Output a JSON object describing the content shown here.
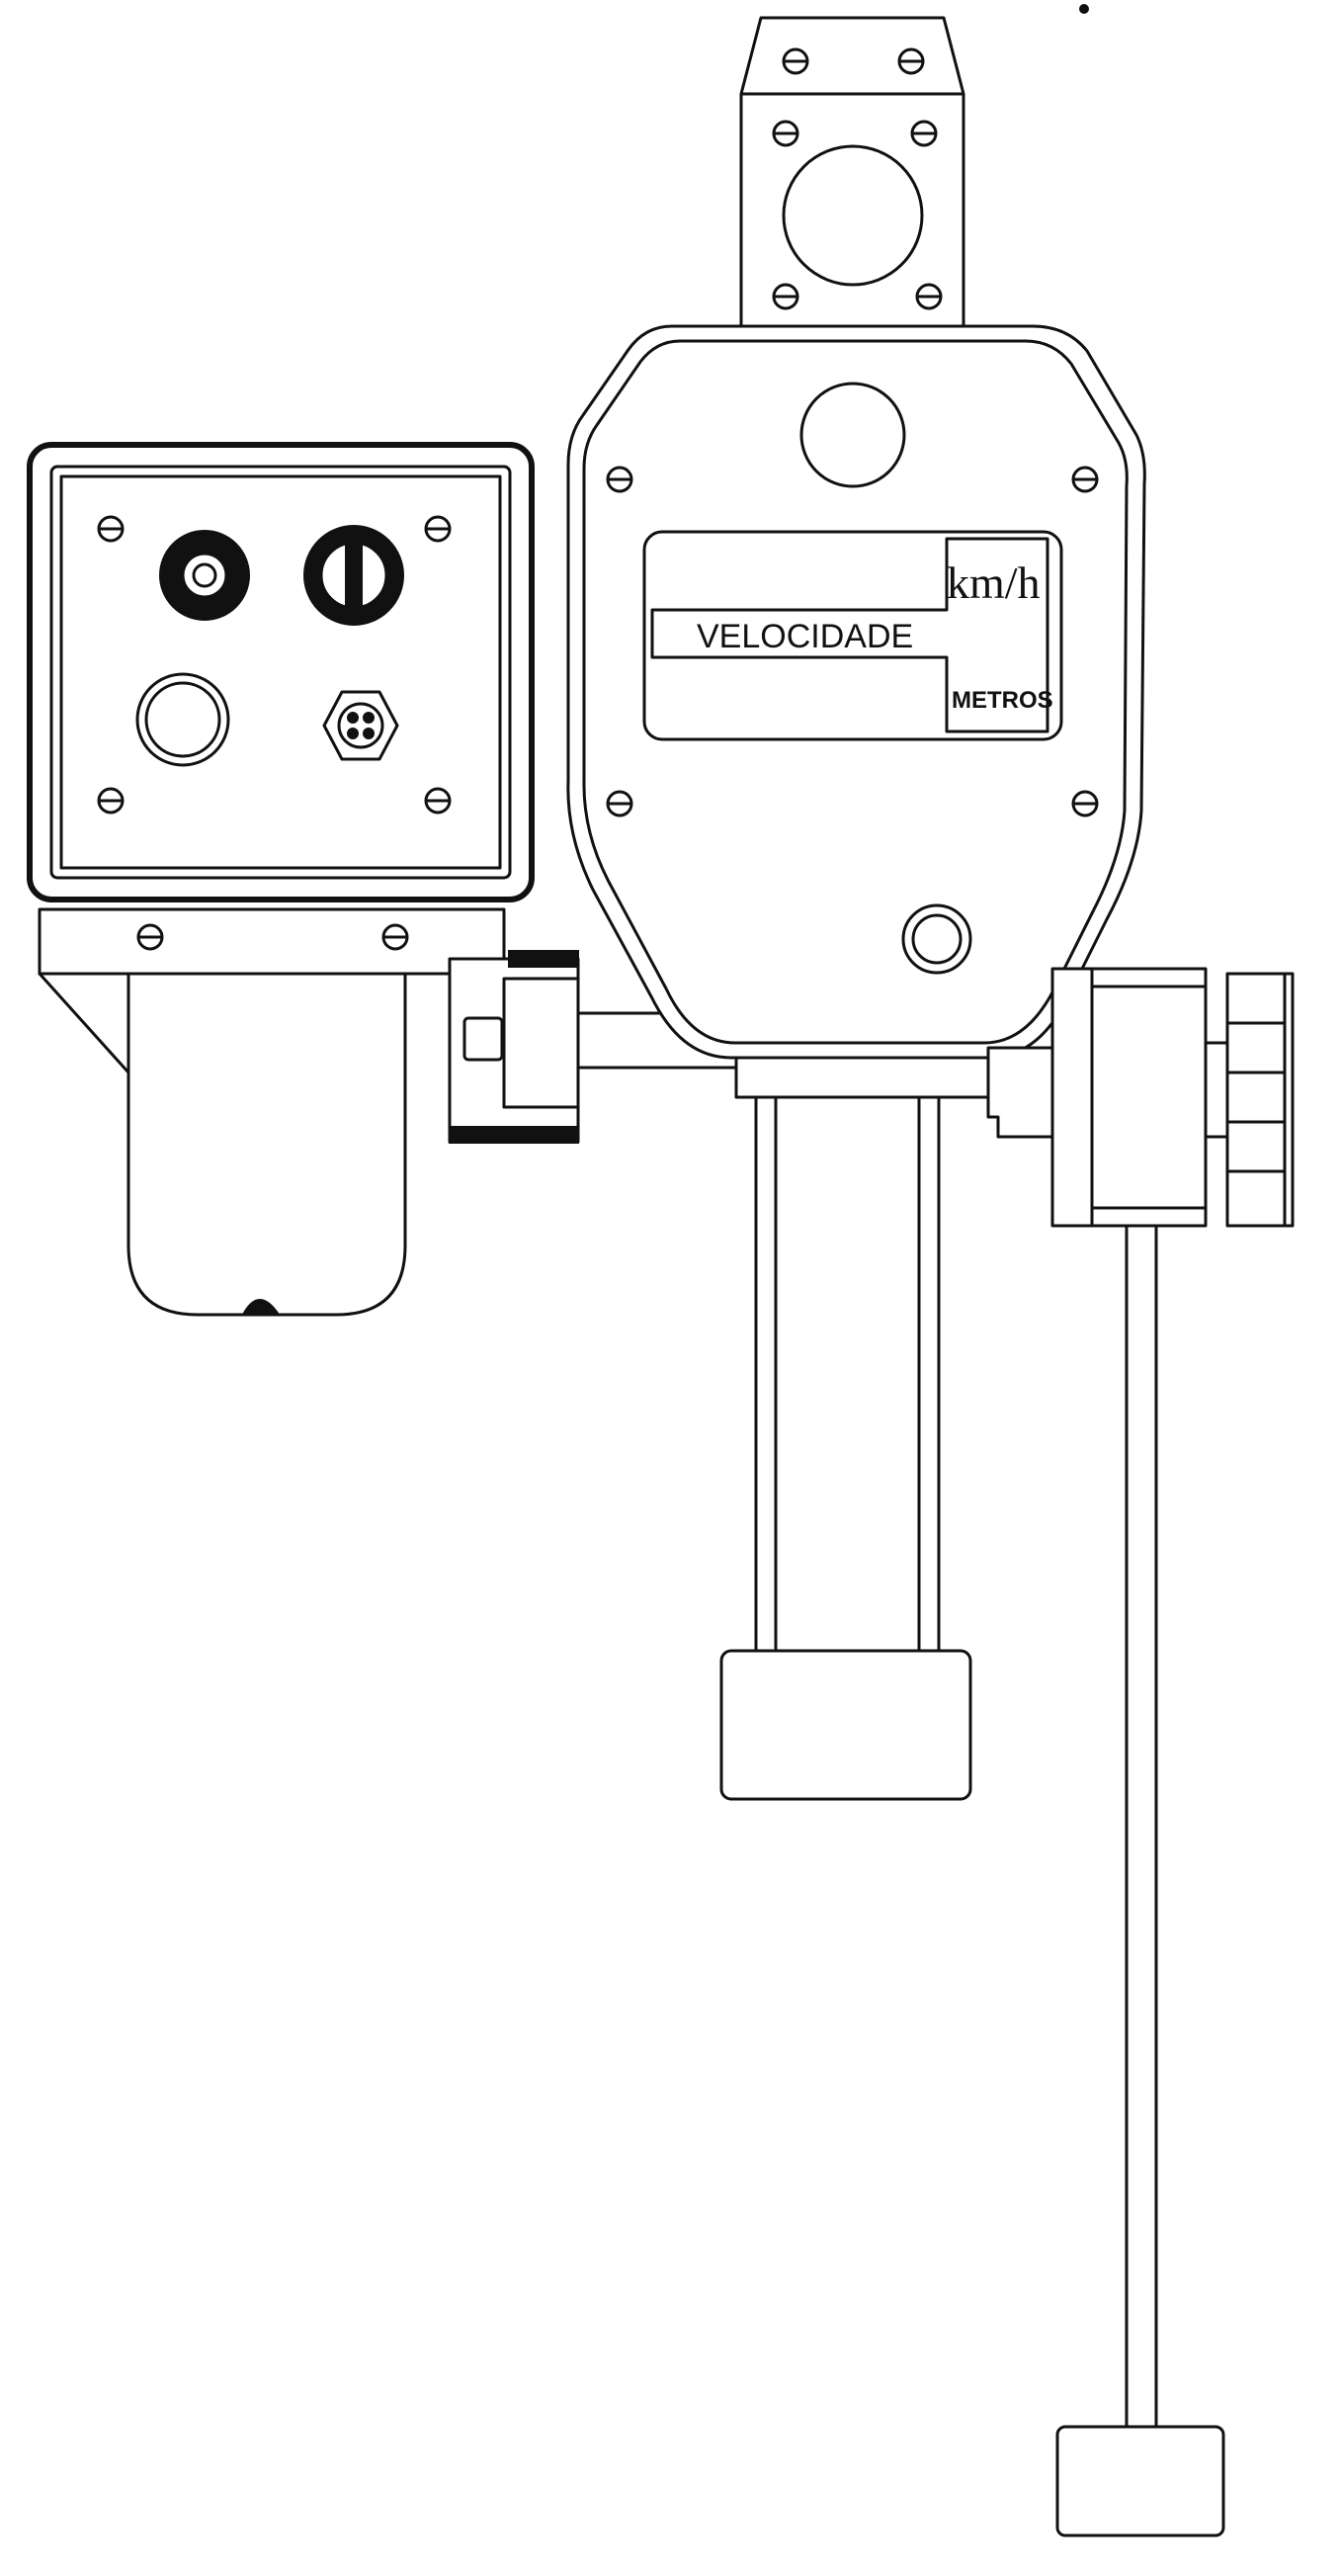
{
  "diagram": {
    "display_panel": {
      "speed_label": "VELOCIDADE",
      "speed_unit": "km/h",
      "distance_label": "METROS"
    }
  }
}
